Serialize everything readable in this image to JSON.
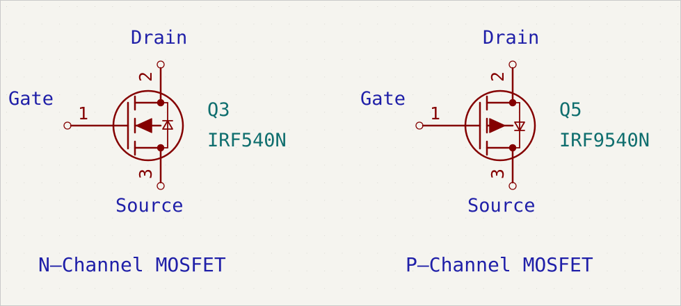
{
  "schematic": {
    "components": [
      {
        "title": "N–Channel MOSFET",
        "reference": "Q3",
        "value": "IRF540N",
        "labels": {
          "gate": "Gate",
          "drain": "Drain",
          "source": "Source"
        },
        "pins": {
          "gate": "1",
          "drain": "2",
          "source": "3"
        }
      },
      {
        "title": "P–Channel MOSFET",
        "reference": "Q5",
        "value": "IRF9540N",
        "labels": {
          "gate": "Gate",
          "drain": "Drain",
          "source": "Source"
        },
        "pins": {
          "gate": "1",
          "drain": "2",
          "source": "3"
        }
      }
    ],
    "colors": {
      "background": "#f5f4ef",
      "symbol": "#840000",
      "net_label": "#1f1fa8",
      "reference": "#0f6e6e"
    }
  }
}
